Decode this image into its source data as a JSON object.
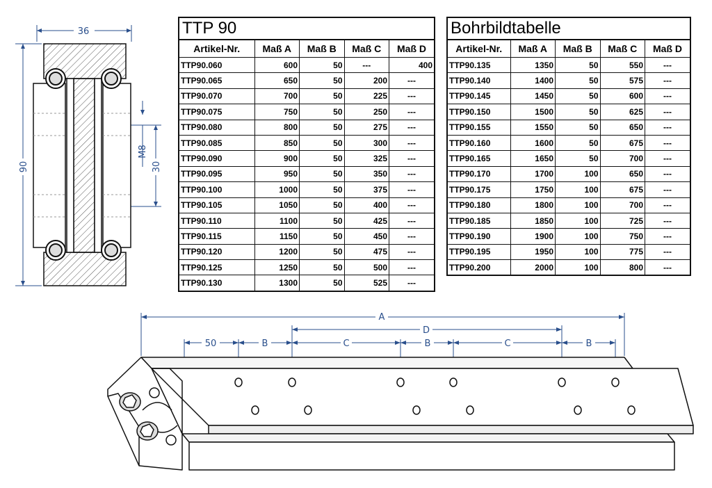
{
  "cross_section": {
    "width_label": "36",
    "height_label": "90",
    "thread_label": "M8",
    "spacing_label": "30"
  },
  "table_left": {
    "title": "TTP 90",
    "headers": [
      "Artikel-Nr.",
      "Maß A",
      "Maß B",
      "Maß C",
      "Maß D"
    ],
    "rows": [
      [
        "TTP90.060",
        "600",
        "50",
        "---",
        "400"
      ],
      [
        "TTP90.065",
        "650",
        "50",
        "200",
        "---"
      ],
      [
        "TTP90.070",
        "700",
        "50",
        "225",
        "---"
      ],
      [
        "TTP90.075",
        "750",
        "50",
        "250",
        "---"
      ],
      [
        "TTP90.080",
        "800",
        "50",
        "275",
        "---"
      ],
      [
        "TTP90.085",
        "850",
        "50",
        "300",
        "---"
      ],
      [
        "TTP90.090",
        "900",
        "50",
        "325",
        "---"
      ],
      [
        "TTP90.095",
        "950",
        "50",
        "350",
        "---"
      ],
      [
        "TTP90.100",
        "1000",
        "50",
        "375",
        "---"
      ],
      [
        "TTP90.105",
        "1050",
        "50",
        "400",
        "---"
      ],
      [
        "TTP90.110",
        "1100",
        "50",
        "425",
        "---"
      ],
      [
        "TTP90.115",
        "1150",
        "50",
        "450",
        "---"
      ],
      [
        "TTP90.120",
        "1200",
        "50",
        "475",
        "---"
      ],
      [
        "TTP90.125",
        "1250",
        "50",
        "500",
        "---"
      ],
      [
        "TTP90.130",
        "1300",
        "50",
        "525",
        "---"
      ]
    ]
  },
  "table_right": {
    "title": "Bohrbildtabelle",
    "headers": [
      "Artikel-Nr.",
      "Maß A",
      "Maß B",
      "Maß C",
      "Maß D"
    ],
    "rows": [
      [
        "TTP90.135",
        "1350",
        "50",
        "550",
        "---"
      ],
      [
        "TTP90.140",
        "1400",
        "50",
        "575",
        "---"
      ],
      [
        "TTP90.145",
        "1450",
        "50",
        "600",
        "---"
      ],
      [
        "TTP90.150",
        "1500",
        "50",
        "625",
        "---"
      ],
      [
        "TTP90.155",
        "1550",
        "50",
        "650",
        "---"
      ],
      [
        "TTP90.160",
        "1600",
        "50",
        "675",
        "---"
      ],
      [
        "TTP90.165",
        "1650",
        "50",
        "700",
        "---"
      ],
      [
        "TTP90.170",
        "1700",
        "100",
        "650",
        "---"
      ],
      [
        "TTP90.175",
        "1750",
        "100",
        "675",
        "---"
      ],
      [
        "TTP90.180",
        "1800",
        "100",
        "700",
        "---"
      ],
      [
        "TTP90.185",
        "1850",
        "100",
        "725",
        "---"
      ],
      [
        "TTP90.190",
        "1900",
        "100",
        "750",
        "---"
      ],
      [
        "TTP90.195",
        "1950",
        "100",
        "775",
        "---"
      ],
      [
        "TTP90.200",
        "2000",
        "100",
        "800",
        "---"
      ]
    ]
  },
  "perspective": {
    "label_a": "A",
    "label_d": "D",
    "label_50": "50",
    "label_b1": "B",
    "label_c1": "C",
    "label_b2": "B",
    "label_c2": "C",
    "label_b3": "B"
  },
  "colors": {
    "dimension": "#2a4f8c",
    "hatch": "#555555",
    "outline": "#111111"
  }
}
